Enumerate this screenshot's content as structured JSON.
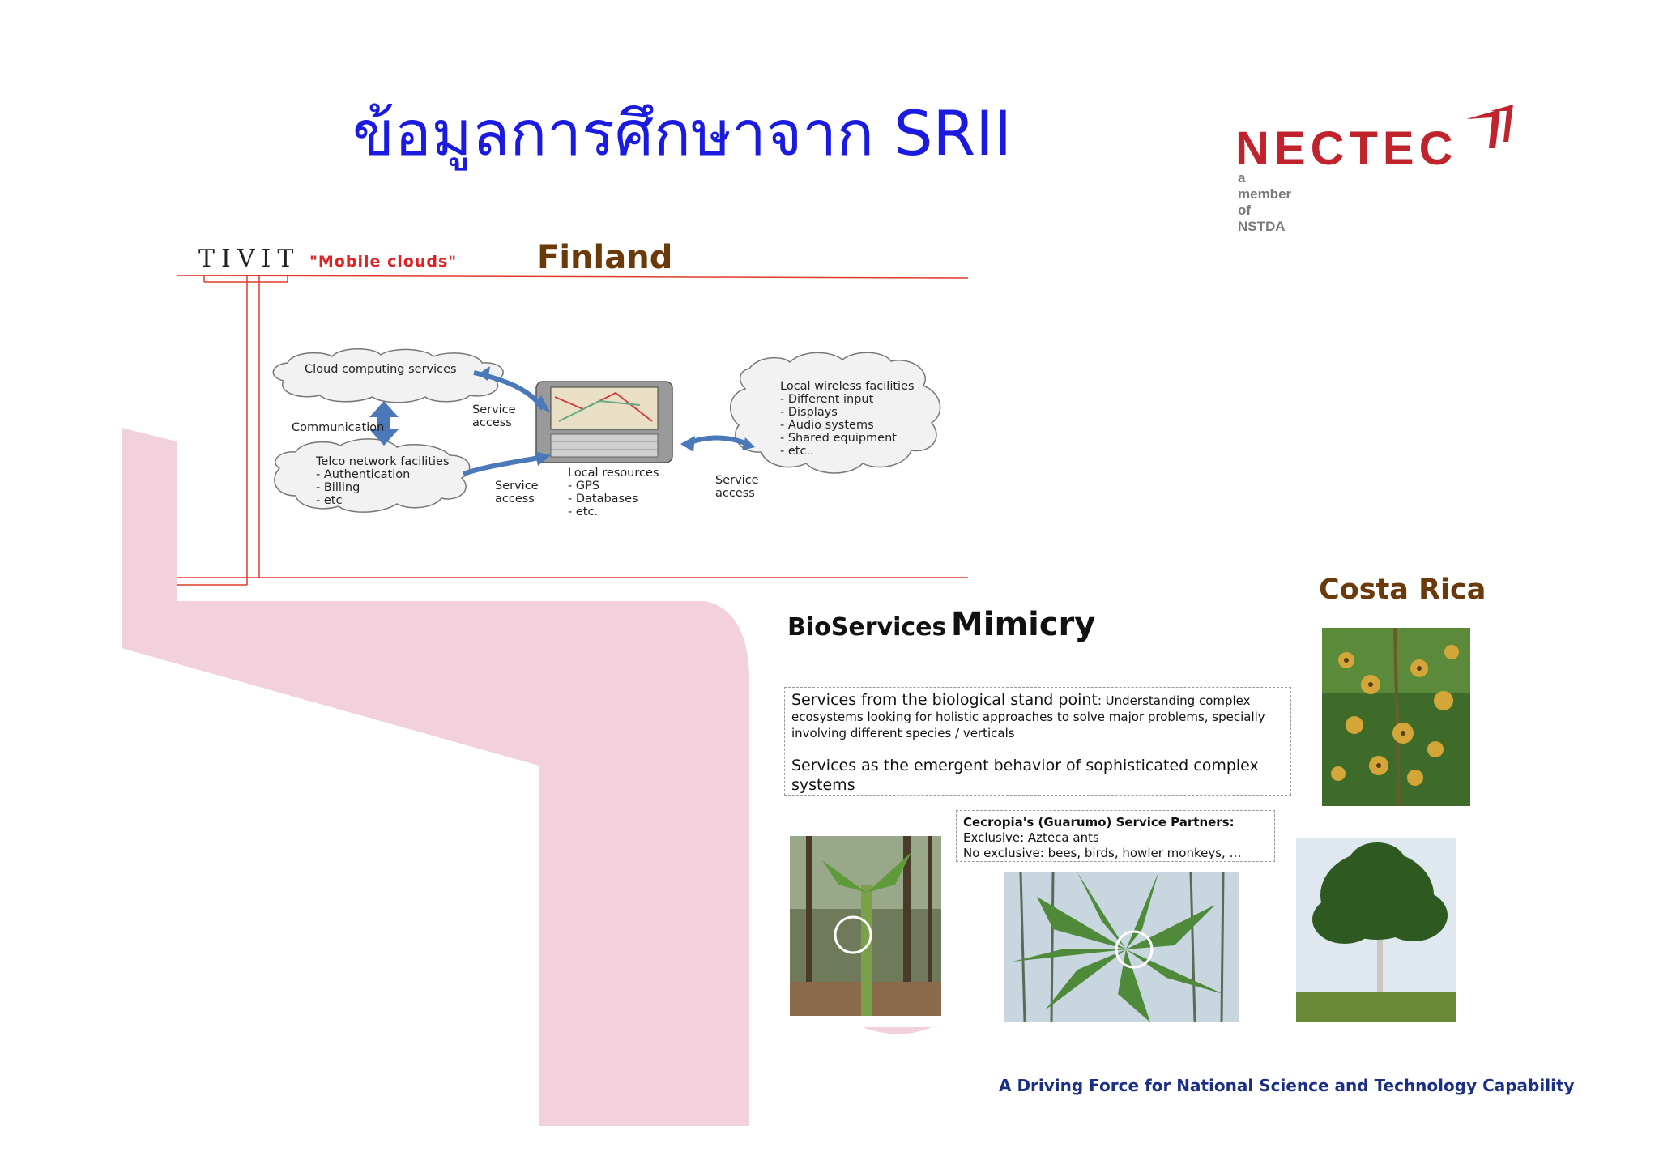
{
  "slide": {
    "title": "ข้อมูลการศึกษาจาก SRII",
    "footer": "A Driving Force for National Science and Technology Capability"
  },
  "logo": {
    "name": "NECTEC",
    "tagline": "a member of NSTDA"
  },
  "finland": {
    "logo_text": "TIVIT",
    "subtitle": "\"Mobile clouds\"",
    "country": "Finland",
    "diagram": {
      "cloud_computing": "Cloud computing services",
      "communication": "Communication",
      "telco_lines": [
        "Telco network facilities",
        "- Authentication",
        "- Billing",
        "- etc"
      ],
      "service_access_lines": [
        "Service",
        "access"
      ],
      "local_resources_lines": [
        "Local resources",
        "- GPS",
        "- Databases",
        "- etc."
      ],
      "local_wireless_lines": [
        "Local wireless facilities",
        "- Different input",
        "- Displays",
        "- Audio systems",
        "- Shared equipment",
        "- etc.."
      ]
    }
  },
  "costa_rica": {
    "country": "Costa Rica",
    "title_part1": "BioServices",
    "title_part2": "Mimicry",
    "box": {
      "p1_lead": "Services from the biological stand point",
      "p1_rest": ": Understanding complex ecosystems looking for holistic approaches to solve major problems, specially involving different species / verticals",
      "p2": "Services as the emergent behavior of sophisticated complex systems"
    },
    "partners": {
      "heading": "Cecropia's (Guarumo) Service Partners:",
      "line1": "Exclusive: Azteca ants",
      "line2": "No exclusive: bees, birds, howler monkeys, …"
    }
  },
  "colors": {
    "title_blue": "#1a1ae0",
    "nectec_red": "#c0232b",
    "pink_band": "#f2d0dc",
    "tivit_red": "#e22020",
    "country_brown": "#6a3a0a",
    "footer_navy": "#1b2f86"
  }
}
